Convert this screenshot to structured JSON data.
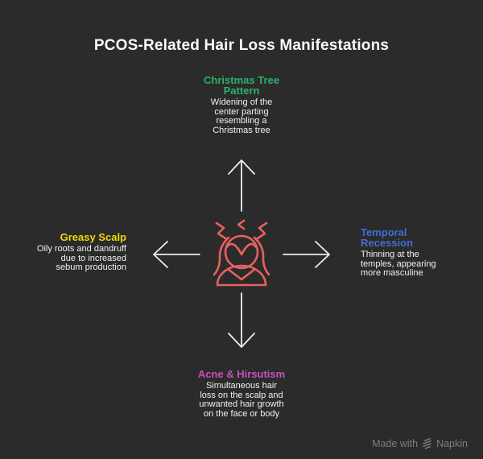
{
  "title": "PCOS-Related Hair Loss Manifestations",
  "colors": {
    "background": "#2b2b2b",
    "title": "#fafafa",
    "body_text": "#f1f1f1",
    "arrow": "#eeeeee",
    "icon_stroke": "#e7625e",
    "watermark": "#7d7d7d"
  },
  "center_icon": {
    "name": "stressed-woman-icon"
  },
  "nodes": {
    "top": {
      "position": "top",
      "color": "#2cb169",
      "heading_lines": [
        "Christmas Tree",
        "Pattern"
      ],
      "description_lines": [
        "Widening of the",
        "center parting",
        "resembling a",
        "Christmas tree"
      ]
    },
    "right": {
      "position": "right",
      "color": "#3e6fd4",
      "heading_lines": [
        "Temporal",
        "Recession"
      ],
      "description_lines": [
        "Thinning at the",
        "temples, appearing",
        "more masculine"
      ]
    },
    "bottom": {
      "position": "bottom",
      "color": "#c551bc",
      "heading_lines": [
        "Acne & Hirsutism"
      ],
      "description_lines": [
        "Simultaneous hair",
        "loss on the scalp and",
        "unwanted hair growth",
        "on the face or body"
      ]
    },
    "left": {
      "position": "left",
      "color": "#f0d503",
      "heading_lines": [
        "Greasy Scalp"
      ],
      "description_lines": [
        "Oily roots and dandruff",
        "due to increased",
        "sebum production"
      ]
    }
  },
  "watermark": {
    "prefix": "Made with",
    "brand": "Napkin"
  }
}
